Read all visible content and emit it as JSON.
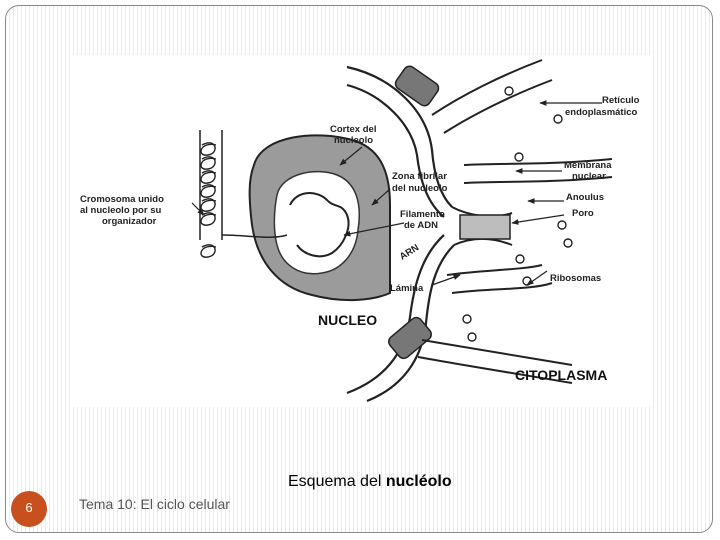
{
  "diagram": {
    "labels": {
      "reticulo": "Retículo",
      "endoplasmatico": "endoplasmático",
      "cortex_1": "Cortex del",
      "cortex_2": "nucleolo",
      "zona_1": "Zona fibrilar",
      "zona_2": "del nucleolo",
      "membrana_1": "Membrana",
      "membrana_2": "nuclear",
      "anoulus": "Anoulus",
      "poro": "Poro",
      "cromosoma_1": "Cromosoma unido",
      "cromosoma_2": "al nucleolo por su",
      "cromosoma_3": "organizador",
      "filamento_1": "Filamento",
      "filamento_2": "de ADN",
      "arn": "ARN",
      "ribosomas": "Ribosomas",
      "lamina": "Lámina",
      "nucleo": "NUCLEO",
      "citoplasma": "CITOPLASMA"
    }
  },
  "caption": {
    "prefix": "Esquema del ",
    "emphasis": "nucléolo"
  },
  "footer": {
    "title": "Tema 10: El ciclo celular",
    "page_number": "6"
  }
}
